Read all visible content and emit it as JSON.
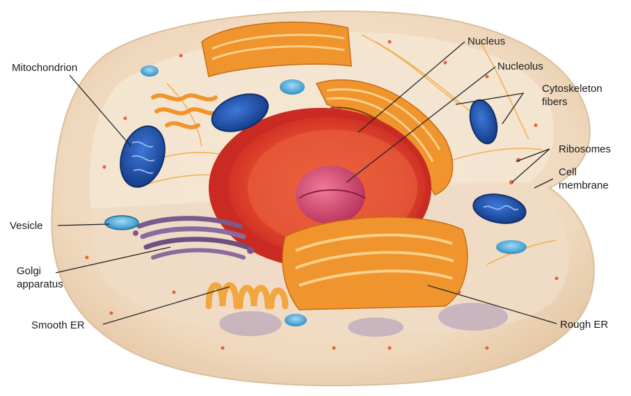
{
  "diagram": {
    "colors": {
      "membrane": "#f2ddc4",
      "cytoplasm": "#f5e6d3",
      "nucleus": "#e0402a",
      "nucleolus": "#c9406a",
      "mitochondrion": "#1f4fa8",
      "golgi": "#7a5a8c",
      "rough_er": "#f0952e",
      "smooth_er": "#f2a640",
      "vesicle": "#4fb3e0",
      "leader_line": "#222222"
    },
    "labels": {
      "mitochondrion": "Mitochondrion",
      "nucleus": "Nucleus",
      "nucleolus": "Nucleolus",
      "cytoskeleton_line1": "Cytoskeleton",
      "cytoskeleton_line2": "fibers",
      "ribosomes": "Ribosomes",
      "cell_membrane_line1": "Cell",
      "cell_membrane_line2": "membrane",
      "vesicle": "Vesicle",
      "golgi_line1": "Golgi",
      "golgi_line2": "apparatus",
      "smooth_er": "Smooth ER",
      "rough_er": "Rough ER"
    }
  }
}
